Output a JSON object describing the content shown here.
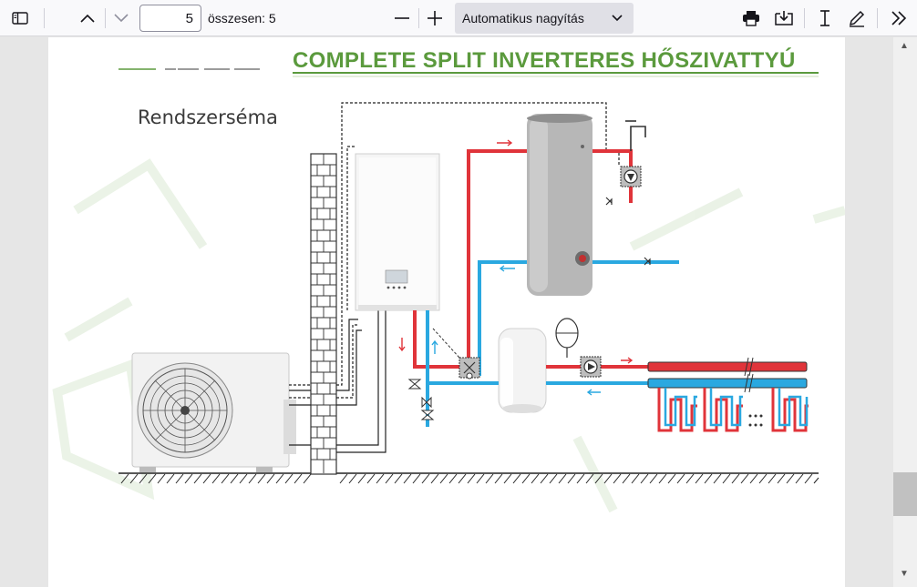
{
  "toolbar": {
    "page_number": "5",
    "page_total": "összesen: 5",
    "zoom_label": "Automatikus nagyítás"
  },
  "document": {
    "heading": "COMPLETE SPLIT INVERTERES HŐSZIVATTYÚ",
    "section_title": "Rendszerséma"
  },
  "colors": {
    "heading_green": "#5b9a3d",
    "hot_pipe": "#e0343a",
    "cold_pipe": "#2aa8e0",
    "toolbar_bg": "#f9f9fb"
  },
  "icons": [
    "sidebar-toggle-icon",
    "chevron-up-icon",
    "chevron-down-icon",
    "minus-icon",
    "plus-icon",
    "chevron-down-icon",
    "print-icon",
    "save-icon",
    "text-cursor-icon",
    "pen-icon",
    "double-chevron-right-icon"
  ]
}
